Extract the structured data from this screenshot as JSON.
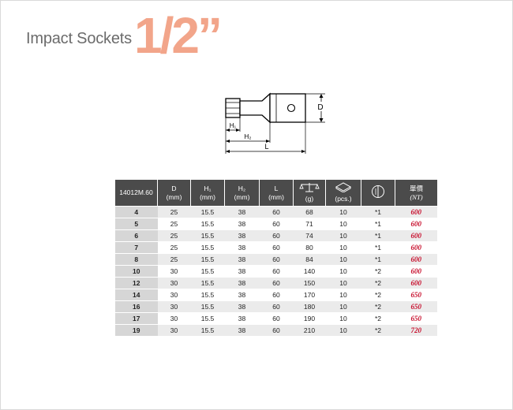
{
  "header": {
    "subtitle": "Impact Sockets",
    "size": "1/2”"
  },
  "diagram": {
    "labels": {
      "d": "D",
      "h1": "H₁",
      "h2": "H₂",
      "l": "L"
    }
  },
  "table": {
    "headers": {
      "model": "14012M.60",
      "d": "D",
      "d_unit": "(mm)",
      "h1": "H₁",
      "h1_unit": "(mm)",
      "h2": "H₂",
      "h2_unit": "(mm)",
      "l": "L",
      "l_unit": "(mm)",
      "weight_unit": "(g)",
      "pcs_unit": "(pcs.)",
      "price": "單價",
      "price_unit": "(NT)"
    },
    "rows": [
      {
        "size": "4",
        "d": "25",
        "h1": "15.5",
        "h2": "38",
        "l": "60",
        "g": "68",
        "pcs": "10",
        "mark": "*1",
        "price": "600"
      },
      {
        "size": "5",
        "d": "25",
        "h1": "15.5",
        "h2": "38",
        "l": "60",
        "g": "71",
        "pcs": "10",
        "mark": "*1",
        "price": "600"
      },
      {
        "size": "6",
        "d": "25",
        "h1": "15.5",
        "h2": "38",
        "l": "60",
        "g": "74",
        "pcs": "10",
        "mark": "*1",
        "price": "600"
      },
      {
        "size": "7",
        "d": "25",
        "h1": "15.5",
        "h2": "38",
        "l": "60",
        "g": "80",
        "pcs": "10",
        "mark": "*1",
        "price": "600"
      },
      {
        "size": "8",
        "d": "25",
        "h1": "15.5",
        "h2": "38",
        "l": "60",
        "g": "84",
        "pcs": "10",
        "mark": "*1",
        "price": "600"
      },
      {
        "size": "10",
        "d": "30",
        "h1": "15.5",
        "h2": "38",
        "l": "60",
        "g": "140",
        "pcs": "10",
        "mark": "*2",
        "price": "600"
      },
      {
        "size": "12",
        "d": "30",
        "h1": "15.5",
        "h2": "38",
        "l": "60",
        "g": "150",
        "pcs": "10",
        "mark": "*2",
        "price": "600"
      },
      {
        "size": "14",
        "d": "30",
        "h1": "15.5",
        "h2": "38",
        "l": "60",
        "g": "170",
        "pcs": "10",
        "mark": "*2",
        "price": "650"
      },
      {
        "size": "16",
        "d": "30",
        "h1": "15.5",
        "h2": "38",
        "l": "60",
        "g": "180",
        "pcs": "10",
        "mark": "*2",
        "price": "650"
      },
      {
        "size": "17",
        "d": "30",
        "h1": "15.5",
        "h2": "38",
        "l": "60",
        "g": "190",
        "pcs": "10",
        "mark": "*2",
        "price": "650"
      },
      {
        "size": "19",
        "d": "30",
        "h1": "15.5",
        "h2": "38",
        "l": "60",
        "g": "210",
        "pcs": "10",
        "mark": "*2",
        "price": "720"
      }
    ]
  },
  "colors": {
    "title_accent": "#f2a58a",
    "price": "#c8102e",
    "header_bg": "#4b4b4b"
  },
  "icons": {
    "weight": "scale-icon",
    "pcs": "box-icon",
    "mark": "bit-icon"
  }
}
